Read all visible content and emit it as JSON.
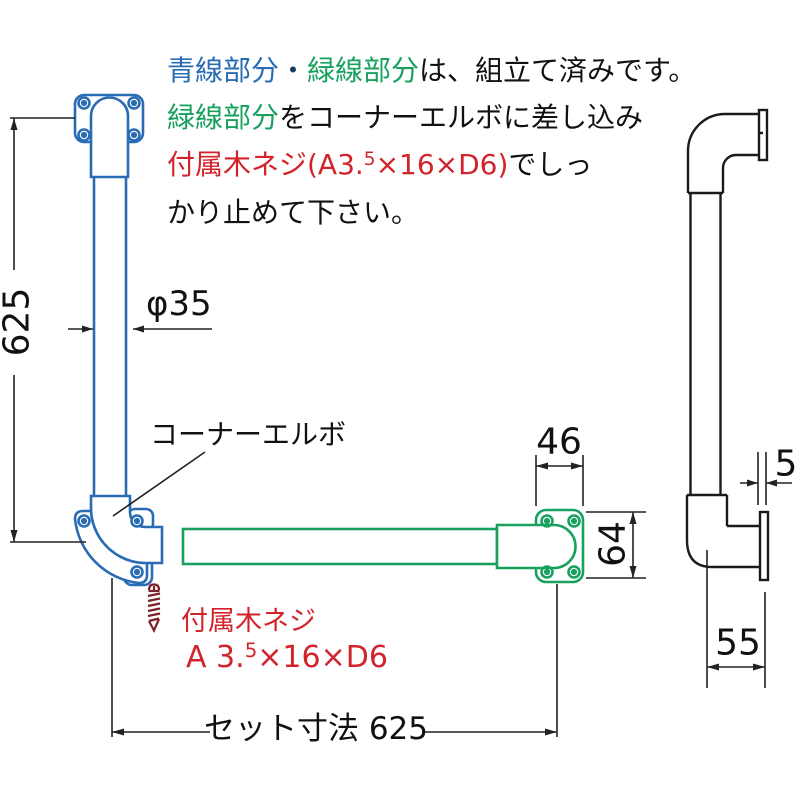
{
  "instructions": {
    "line1": {
      "blue": "青線部分",
      "dot": "・",
      "green": "緑線部分",
      "rest": "は、組立て済みです。"
    },
    "line2": {
      "green": "緑線部分",
      "rest": "をコーナーエルボに差し込み"
    },
    "line3": {
      "red_pre": "付属木ネジ(A3.",
      "red_sup": "5",
      "red_post": "×16×D6)",
      "rest": "でしっ"
    },
    "line4": {
      "rest": "かり止めて下さい。"
    }
  },
  "labels": {
    "corner_elbow": "コーナーエルボ",
    "screw_name": "付属木ネジ",
    "screw_spec_pre": "A 3.",
    "screw_spec_sup": "5",
    "screw_spec_post": "×16×D6"
  },
  "dimensions": {
    "vertical_height": "625",
    "pipe_diameter": "φ35",
    "flange_width": "46",
    "flange_height": "64",
    "plate_thickness": "5",
    "wall_offset": "55",
    "set_width": "セット寸法 625"
  },
  "colors": {
    "rail_blue": "#2a6cb3",
    "rail_green": "#18a15e",
    "warning_red": "#d3232a",
    "screw_dark_red": "#7c2127",
    "line_black": "#1a1a1a"
  }
}
